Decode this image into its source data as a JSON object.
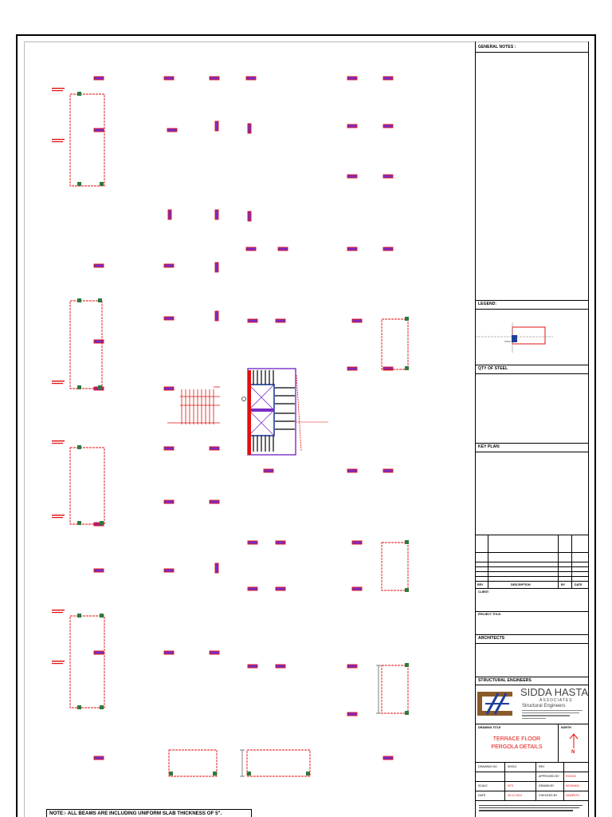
{
  "title_block": {
    "general_notes": "GENERAL NOTES :",
    "legend": "LEGEND:",
    "qty_of_steel": "QTY OF STEEL",
    "key_plan": "KEY PLAN:",
    "revision_headers": [
      "REV",
      "DESCRIPTION",
      "BY",
      "DATE"
    ],
    "client": "CLIENT:",
    "project_title": "PROJECT TITLE:",
    "architects": "ARCHITECTS",
    "structural_engineers": "STRUCTURAL ENGINEERS",
    "firm_name": "SIDDA HASTA",
    "firm_sub": "ASSOCIATES",
    "firm_tagline": "Structural Engineers",
    "drawing_title_label": "DRAWING TITLE",
    "north_label": "NORTH",
    "drawing_title_line1": "TERRACE FLOOR",
    "drawing_title_line2": "PERGOLA DETAILS",
    "north_symbol": "N",
    "drawing_no_label": "DRAWING NO",
    "drawing_no": "SH/S/1",
    "rev_label": "REV",
    "approved_by_label": "APPROVED BY",
    "approved_by": "ROHINI",
    "scale_label": "SCALE",
    "scale": "NTS",
    "drawn_by_label": "DRAWN BY",
    "drawn_by": "MOUNIKA",
    "date_label": "DATE",
    "date": "26.12.2024",
    "checked_by_label": "CHECKED BY",
    "checked_by": "SAMPATH"
  },
  "note": "NOTE:- ALL BEAMS ARE INCLUDING UNIFORM SLAB THICKNESS OF 5\".",
  "colors": {
    "beam": "#e01010",
    "column": "#7a2cc7",
    "footing": "#2f7a3c",
    "logo_brown": "#8b5a2b",
    "logo_blue": "#1f3f99"
  }
}
